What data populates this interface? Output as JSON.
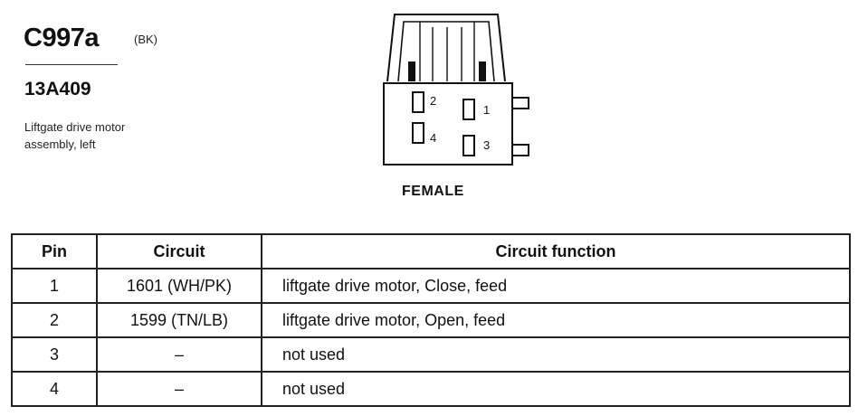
{
  "connector": {
    "id": "C997a",
    "color_code": "(BK)",
    "part_number": "13A409",
    "description_lines": [
      "Liftgate drive motor",
      "assembly, left"
    ],
    "gender": "FEMALE",
    "pin_labels": [
      "1",
      "2",
      "3",
      "4"
    ]
  },
  "table": {
    "headers": [
      "Pin",
      "Circuit",
      "Circuit function"
    ],
    "rows": [
      [
        "1",
        "1601 (WH/PK)",
        "liftgate drive motor, Close, feed"
      ],
      [
        "2",
        "1599 (TN/LB)",
        "liftgate drive motor, Open, feed"
      ],
      [
        "3",
        "–",
        "not used"
      ],
      [
        "4",
        "–",
        "not used"
      ]
    ]
  }
}
